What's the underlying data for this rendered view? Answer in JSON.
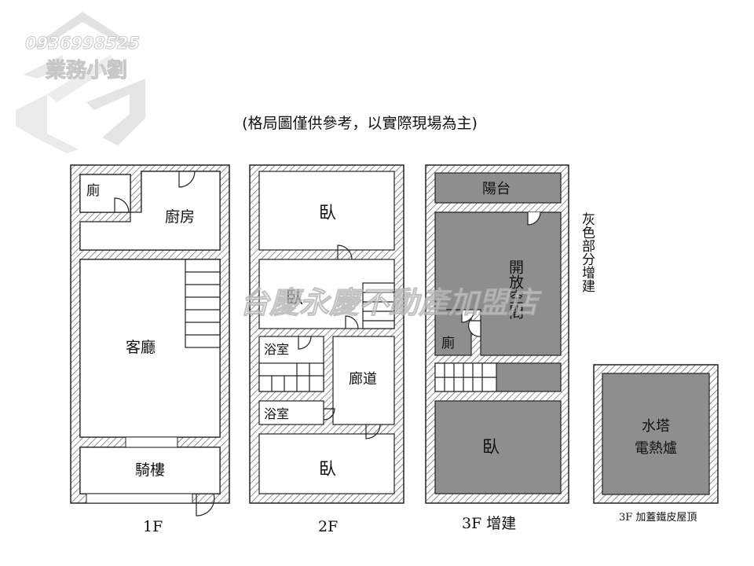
{
  "watermark": {
    "phone": "0936998525",
    "agent": "業務小劉",
    "center": "台慶永慶不動產加盟店"
  },
  "note": "(格局圖僅供參考，以實際現場為主)",
  "colors": {
    "note": "#c0392b",
    "wall": "#222222",
    "gray_fill": "#8e8e8e",
    "hatch": "#555555"
  },
  "floors": {
    "f1": {
      "caption": "1F",
      "rooms": {
        "toilet": "廁",
        "kitchen": "廚房",
        "living": "客廳",
        "arcade": "騎樓"
      }
    },
    "f2": {
      "caption": "2F",
      "rooms": {
        "bed_top": "臥",
        "bed_mid": "臥",
        "bath_1": "浴室",
        "bath_2": "浴室",
        "corridor": "廊道",
        "bed_bottom": "臥"
      }
    },
    "f3": {
      "caption": "3F 增建",
      "rooms": {
        "balcony": "陽台",
        "open_space": "開放空間",
        "toilet": "廁",
        "bed": "臥"
      },
      "side_note": "灰色部分增建"
    },
    "roof": {
      "caption": "3F 加蓋鐵皮屋頂",
      "room": "水塔電熱爐",
      "room_line1": "水塔",
      "room_line2": "電熱爐"
    }
  }
}
